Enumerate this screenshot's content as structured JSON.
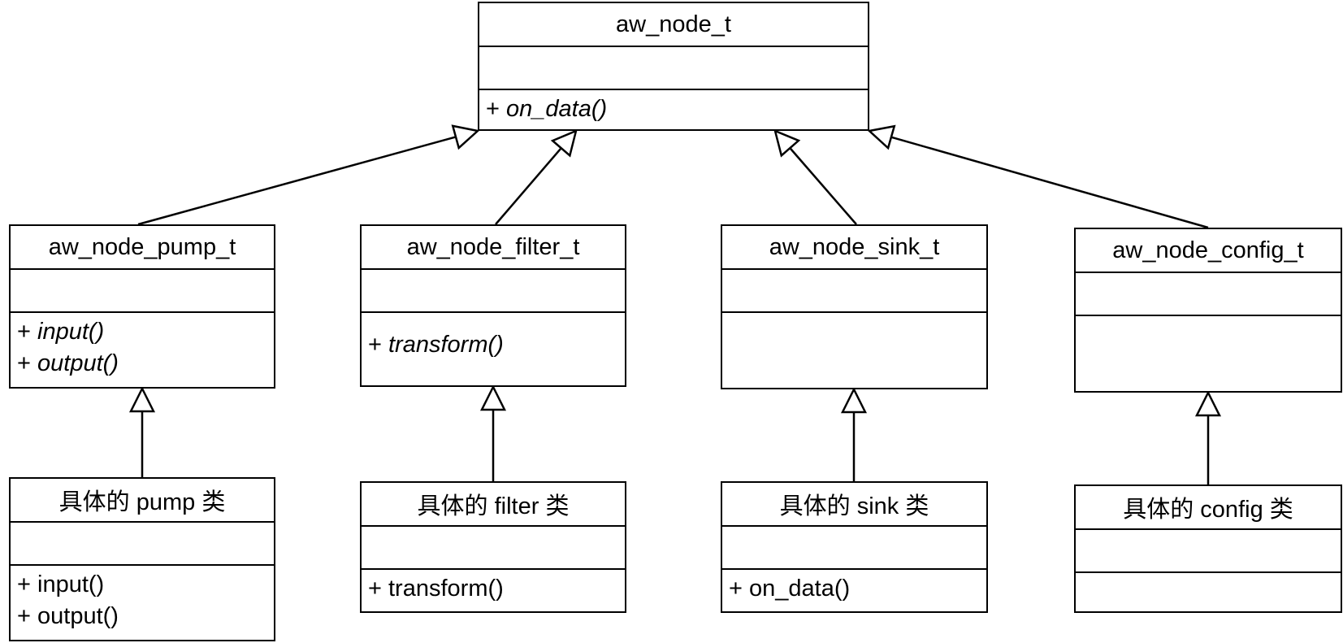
{
  "classes": [
    {
      "id": "aw_node_t",
      "name": "aw_node_t",
      "attributes": [],
      "operations": [
        {
          "text": "on_data()",
          "abstract": true
        }
      ]
    },
    {
      "id": "aw_node_pump_t",
      "name": "aw_node_pump_t",
      "attributes": [],
      "operations": [
        {
          "text": "input()",
          "abstract": true
        },
        {
          "text": "output()",
          "abstract": true
        }
      ]
    },
    {
      "id": "aw_node_filter_t",
      "name": "aw_node_filter_t",
      "attributes": [],
      "operations": [
        {
          "text": "transform()",
          "abstract": true
        }
      ]
    },
    {
      "id": "aw_node_sink_t",
      "name": "aw_node_sink_t",
      "attributes": [],
      "operations": []
    },
    {
      "id": "aw_node_config_t",
      "name": "aw_node_config_t",
      "attributes": [],
      "operations": []
    },
    {
      "id": "concrete_pump",
      "name": "具体的 pump 类",
      "attributes": [],
      "operations": [
        {
          "text": "input()",
          "abstract": false
        },
        {
          "text": "output()",
          "abstract": false
        }
      ]
    },
    {
      "id": "concrete_filter",
      "name": "具体的 filter 类",
      "attributes": [],
      "operations": [
        {
          "text": "transform()",
          "abstract": false
        }
      ]
    },
    {
      "id": "concrete_sink",
      "name": "具体的 sink 类",
      "attributes": [],
      "operations": [
        {
          "text": "on_data()",
          "abstract": false
        }
      ]
    },
    {
      "id": "concrete_config",
      "name": "具体的 config 类",
      "attributes": [],
      "operations": []
    }
  ],
  "visibility_symbol": "+",
  "generalizations": [
    {
      "from": "aw_node_pump_t",
      "to": "aw_node_t"
    },
    {
      "from": "aw_node_filter_t",
      "to": "aw_node_t"
    },
    {
      "from": "aw_node_sink_t",
      "to": "aw_node_t"
    },
    {
      "from": "aw_node_config_t",
      "to": "aw_node_t"
    },
    {
      "from": "concrete_pump",
      "to": "aw_node_pump_t"
    },
    {
      "from": "concrete_filter",
      "to": "aw_node_filter_t"
    },
    {
      "from": "concrete_sink",
      "to": "aw_node_sink_t"
    },
    {
      "from": "concrete_config",
      "to": "aw_node_config_t"
    }
  ]
}
